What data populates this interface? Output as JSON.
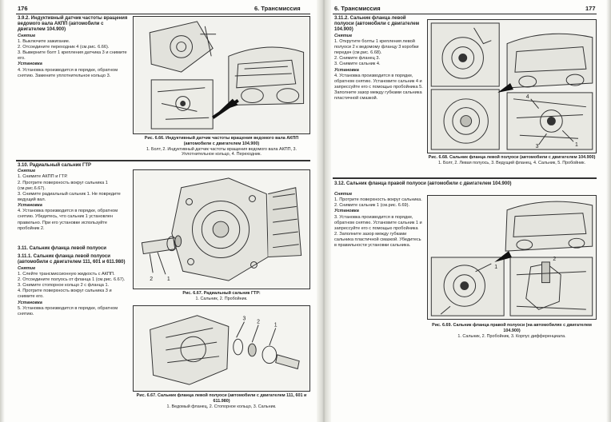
{
  "left_page": {
    "page_number": "176",
    "running_head": "6. Трансмиссия",
    "s392": {
      "title": "3.9.2. Индуктивный датчик частоты вращения ведомого вала АКПП (автомобили с двигателем 104.900)",
      "removal_label": "Снятие",
      "steps": [
        "1. Выключите зажигание.",
        "2. Отсоедините переходник 4 (см.рис. 6.66).",
        "3. Выверните болт 1 крепления датчика 3 и снимите его."
      ],
      "install_label": "Установка",
      "install_text": "4. Установка производится в порядке, обратном снятию. Замените уплотнительное кольцо 3."
    },
    "fig666": {
      "title": "Рис. 6.66. Индуктивный датчик частоты вращения ведомого вала АКПП (автомобили с двигателем 104.900)",
      "legend": "1. Болт, 2. Индуктивный датчик частоты вращения ведомого вала АКПП, 3. Уплотнительное кольцо, 4. Переходник."
    },
    "s310": {
      "title": "3.10. Радиальный сальник ГТР",
      "removal_label": "Снятие",
      "steps": [
        "1. Снимите АКПП и ГТР.",
        "2. Протрите поверхность вокруг сальника 1 (см.рис.6.67).",
        "3. Снимите радиальный сальник 1. Не повредите ведущий вал."
      ],
      "install_label": "Установка",
      "install_text": "4. Установка производится в порядке, обратном снятию. Убедитесь, что сальник 1 установлен правильно. При его установке используйте пробойник 2."
    },
    "s311": {
      "title": "3.11. Сальник фланца левой полуоси",
      "sub_title": "3.11.1. Сальник фланца левой полуоси (автомобили с двигателем 111, 601 и 611.980)",
      "removal_label": "Снятие",
      "steps": [
        "1. Слейте трансмиссионную жидкость с АКПП.",
        "2. Отсоедините полуось от фланца 1 (см.рис. 6.67).",
        "3. Снимите стопорное кольцо 2 с фланца 1.",
        "4. Протрите поверхность вокруг сальника 3 и снимите его."
      ],
      "install_label": "Установка",
      "install_text": "5. Установка производится в порядке, обратном снятию."
    },
    "fig667a": {
      "title": "Рис. 6.67. Радиальный сальник ГТР:",
      "legend": "1. Сальник, 2. Пробойник."
    },
    "fig667b": {
      "title": "Рис. 6.67. Сальник фланца левой полуоси (автомобили с двигателем 111, 601 и 611.980)",
      "legend": "1. Ведомый фланец, 2. Стопорное кольцо, 3. Сальник."
    }
  },
  "right_page": {
    "page_number": "177",
    "running_head": "6. Трансмиссия",
    "s3112": {
      "title": "3.11.2. Сальник фланца левой полуоси (автомобили с двигателем 104.900)",
      "removal_label": "Снятие",
      "steps": [
        "1. Открутите болты 1 крепления левой полуоси 2 к ведомому фланцу 3 коробки передач (см.рис. 6.68).",
        "2. Снимите фланец 3.",
        "3. Снимите сальник 4."
      ],
      "install_label": "Установка",
      "install_text": "4. Установка производится в порядке, обратном снятию. Установите сальник 4 и запрессуйте его с помощью пробойника 5. Заполните зазор между губками сальника пластичной смазкой."
    },
    "fig668": {
      "title": "Рис. 6.68. Сальник фланца левой полуоси (автомобили с двигателем 104.900)",
      "legend": "1. Болт, 2. Левая полуось, 3. Ведущий фланец, 4. Сальник, 5. Пробойник."
    },
    "s312": {
      "title": "3.12. Сальник фланца правой полуоси (автомобили с двигателем 104.900)",
      "removal_label": "Снятие",
      "steps": [
        "1. Протрите поверхность вокруг сальника.",
        "2. Снимите сальник 1 (см.рис. 6.69)."
      ],
      "install_label": "Установка",
      "install_text": "3. Установка производится в порядке, обратном снятию. Установите сальник 1 и запрессуйте его с помощью пробойника 2. Заполните зазор между губками сальника пластичной смазкой. Убедитесь в правильности установки сальника."
    },
    "fig669": {
      "title": "Рис. 6.69. Сальник фланца правой полуоси (на автомобилях с двигателем 104.900)",
      "legend": "1. Сальник, 2. Пробойник, 3. Корпус дифференциала."
    }
  }
}
